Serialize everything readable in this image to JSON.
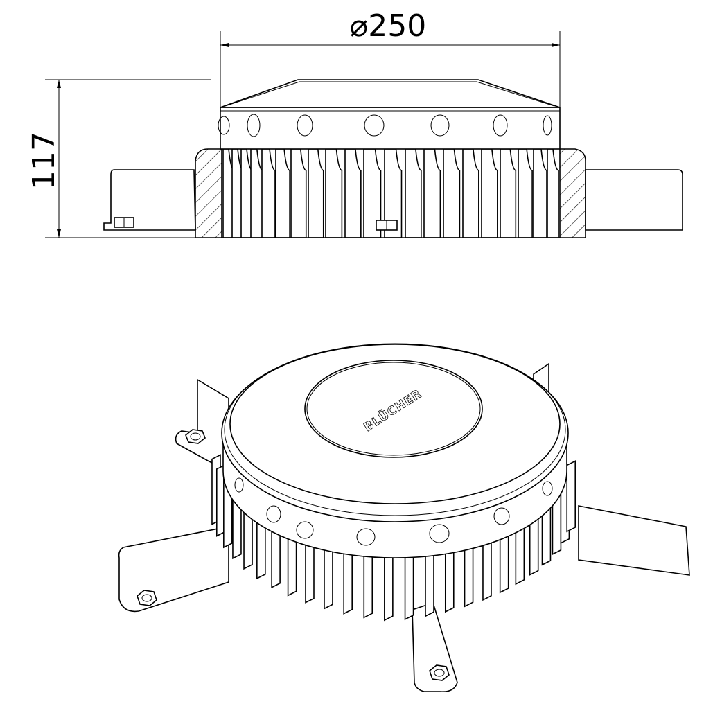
{
  "dimensions": {
    "diameter_label": "⌀250",
    "height_label": "117"
  },
  "logo": {
    "brand": "BLÜCHER"
  },
  "colors": {
    "line": "#000000",
    "background": "#ffffff"
  }
}
